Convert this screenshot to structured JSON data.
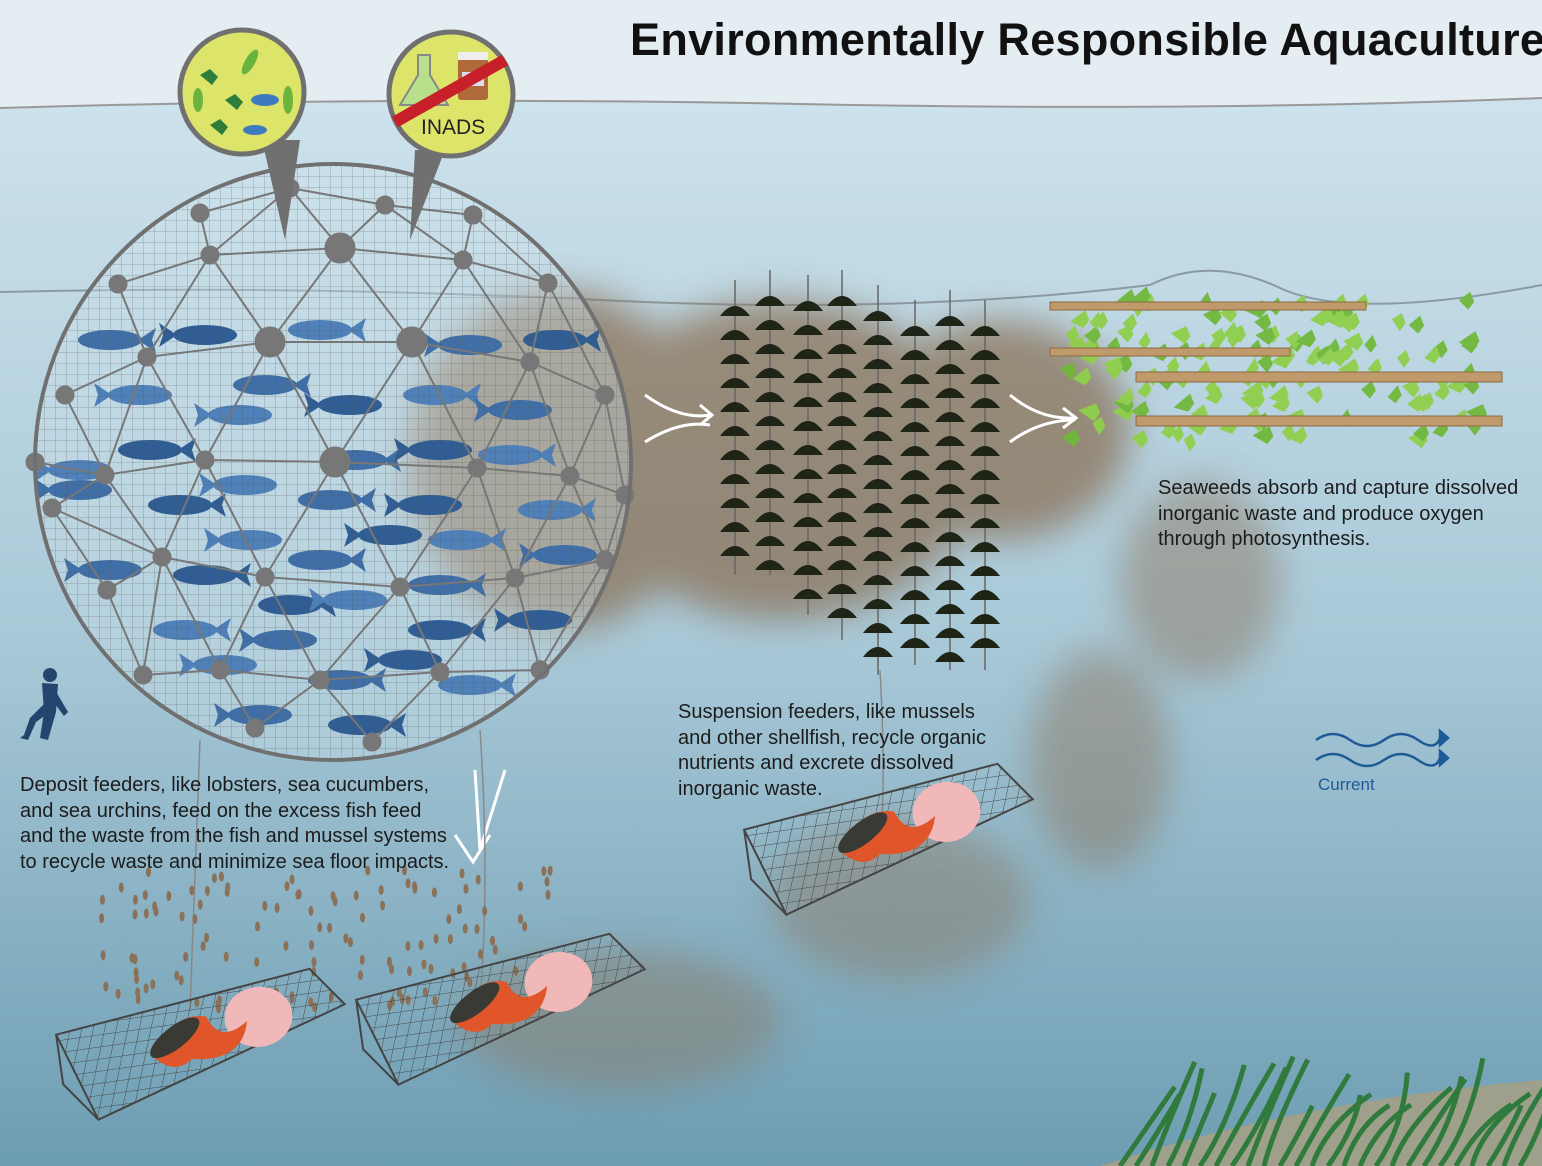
{
  "title": "Environmentally Responsible Aquaculture",
  "callouts": {
    "feed_icon": "fish-feed-icon",
    "inads_icon": "no-drugs-icon",
    "inads_label": "INADS"
  },
  "text_blocks": {
    "seaweed": "Seaweeds absorb and capture dissolved inorganic waste and produce oxygen through photosynthesis.",
    "suspension": "Suspension feeders, like mussels and other shellfish, recycle organic nutrients and excrete dissolved inorganic waste.",
    "deposit": "Deposit feeders, like lobsters, sea cucumbers, and sea urchins, feed on the excess fish feed and the waste from the fish and mussel systems to recycle waste and minimize sea floor impacts."
  },
  "legend": {
    "current_label": "Current",
    "current_icon": "wave-arrow-icon"
  },
  "colors": {
    "sky": "#e4edf1",
    "water_top": "#c3dbe7",
    "water_bottom": "#6f9fb4",
    "fish": "#3f6fa6",
    "waste": "#8a7157",
    "mussel": "#1e2416",
    "seaweed": "#8fcf4a",
    "rack": "#c19a6b",
    "lobster_cage_cucumber": "#e0562a",
    "urchin": "#f0b8b8",
    "current": "#1f5a96"
  }
}
